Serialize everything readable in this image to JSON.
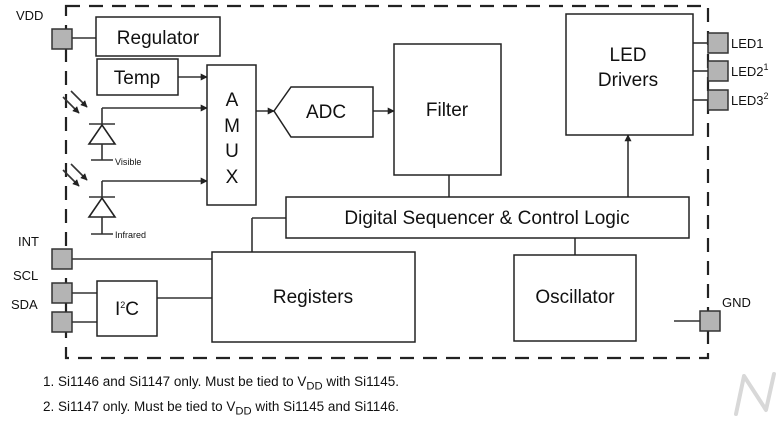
{
  "pins": {
    "vdd": "VDD",
    "led1": "LED1",
    "led2": "LED2",
    "led2_sup": "1",
    "led3": "LED3",
    "led3_sup": "2",
    "int": "INT",
    "scl": "SCL",
    "sda": "SDA",
    "gnd": "GND"
  },
  "blocks": {
    "regulator": "Regulator",
    "temp": "Temp",
    "amux": [
      "A",
      "M",
      "U",
      "X"
    ],
    "adc": "ADC",
    "filter": "Filter",
    "led_drivers": [
      "LED",
      "Drivers"
    ],
    "sequencer": "Digital Sequencer & Control Logic",
    "registers": "Registers",
    "oscillator": "Oscillator",
    "i2c": "I",
    "i2c_sup": "2",
    "i2c_suffix": "C"
  },
  "photodiodes": {
    "visible": "Visible",
    "infrared": "Infrared"
  },
  "footnotes": [
    {
      "prefix": "1. Si1146 and Si1147 only. Must be tied to V",
      "sub": "DD",
      "suffix": " with Si1145."
    },
    {
      "prefix": "2. Si1147 only. Must be tied to V",
      "sub": "DD",
      "suffix": " with Si1145 and Si1146."
    }
  ]
}
